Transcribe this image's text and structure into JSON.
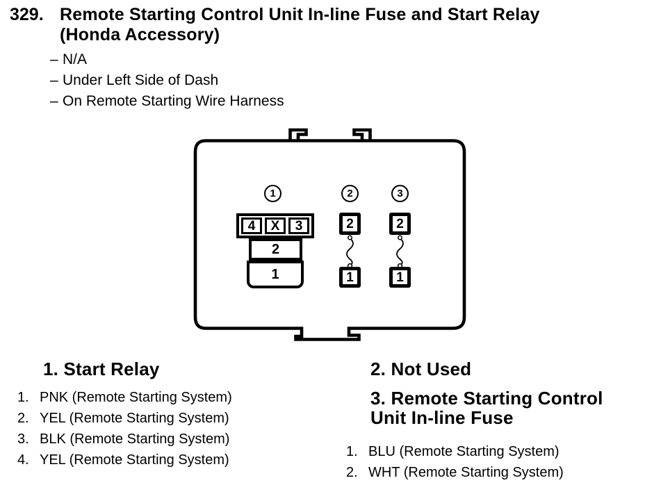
{
  "page": {
    "background": "#ffffff",
    "ink": "#000000"
  },
  "header": {
    "item_number": "329.",
    "title_line1": "Remote Starting Control Unit In-line Fuse and Start Relay",
    "title_line2": "(Honda Accessory)",
    "dash": "–",
    "location_notes": [
      "N/A",
      "Under Left Side of Dash",
      "On Remote Starting Wire Harness"
    ]
  },
  "diagram": {
    "connectors": [
      {
        "id": "1",
        "pins_top_row": [
          "4",
          "X",
          "3"
        ],
        "pin_middle": "2",
        "pin_bottom": "1"
      },
      {
        "id": "2",
        "pin_top": "2",
        "pin_bottom": "1"
      },
      {
        "id": "3",
        "pin_top": "2",
        "pin_bottom": "1"
      }
    ]
  },
  "legend": {
    "left": {
      "heading": "1. Start Relay",
      "items": [
        {
          "num": "1.",
          "text": "PNK (Remote Starting System)"
        },
        {
          "num": "2.",
          "text": "YEL (Remote Starting System)"
        },
        {
          "num": "3.",
          "text": "BLK (Remote Starting System)"
        },
        {
          "num": "4.",
          "text": "YEL (Remote Starting System)"
        }
      ]
    },
    "right": {
      "heading_not_used": "2. Not Used",
      "heading_fuse_line1": "3. Remote Starting Control",
      "heading_fuse_line2": "Unit In-line Fuse",
      "items": [
        {
          "num": "1.",
          "text": "BLU (Remote Starting System)"
        },
        {
          "num": "2.",
          "text": "WHT (Remote Starting System)"
        }
      ]
    }
  }
}
